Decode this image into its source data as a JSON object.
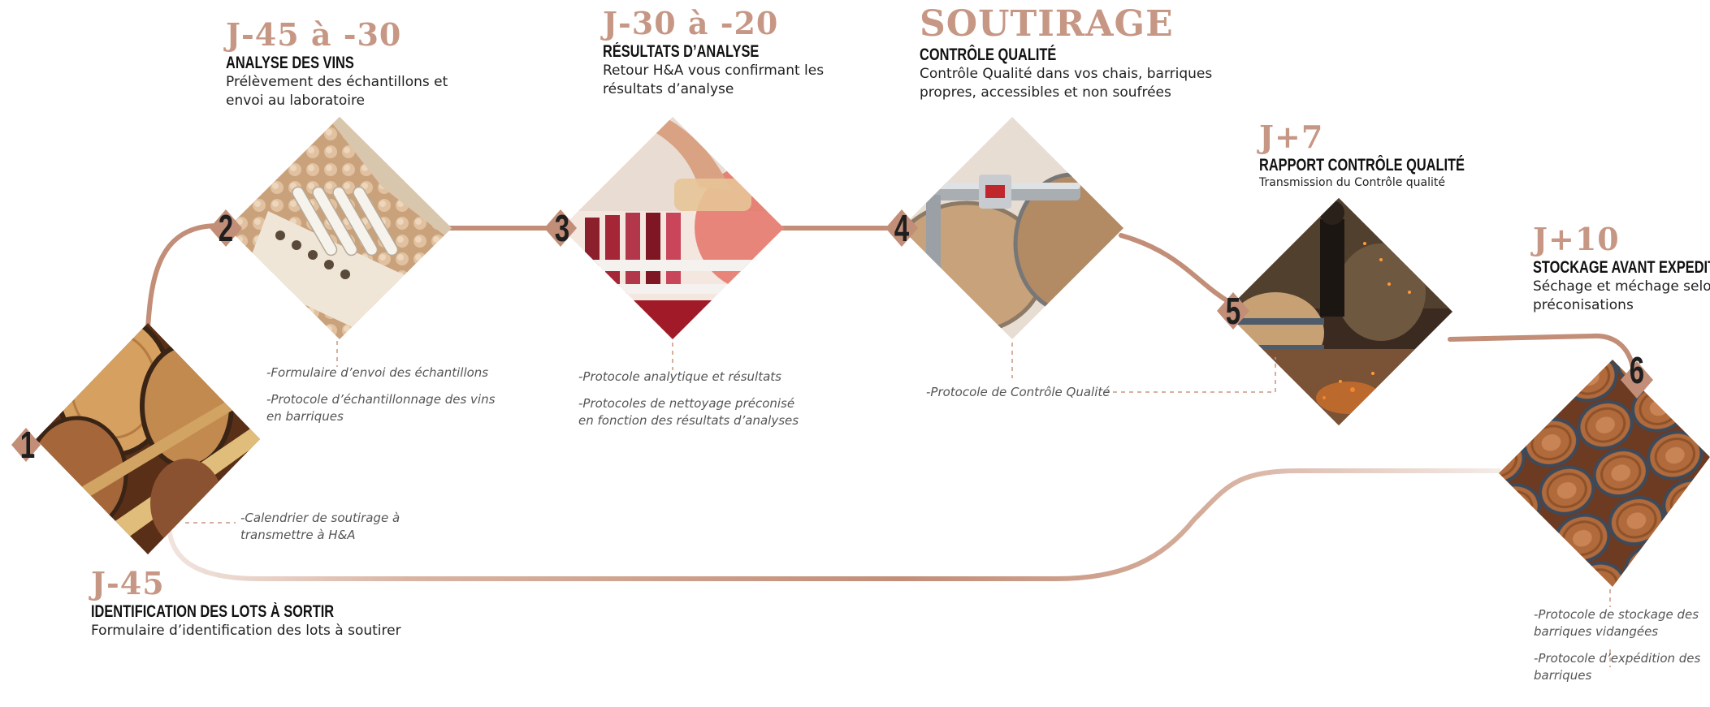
{
  "colors": {
    "path": "#c28e78",
    "accent": "#c69784",
    "number": "#1f1f1f",
    "dashed": "#c8957f"
  },
  "steps": [
    {
      "number": "1",
      "date": "J-45",
      "title": "IDENTIFICATION DES LOTS À SORTIR",
      "description": [
        "Formulaire d’identification des lots à soutirer"
      ],
      "image": "wine-barrels-rack-photo",
      "notes": [
        "-Calendrier de soutirage à",
        "transmettre à H&A"
      ]
    },
    {
      "number": "2",
      "date": "J-45 à -30",
      "title": "ANALYSE DES VINS",
      "description": [
        "Prélèvement des échantillons et",
        "envoi au laboratoire"
      ],
      "image": "sample-vials-box-photo",
      "notes": [
        "-Formulaire d’envoi des échantillons",
        "",
        "-Protocole d’échantillonnage des vins",
        "en barriques"
      ]
    },
    {
      "number": "3",
      "date": "J-30 à -20",
      "title": "RÉSULTATS D’ANALYSE",
      "description": [
        "Retour H&A vous confirmant les",
        "résultats d’analyse"
      ],
      "image": "laboratory-pipette-photo",
      "notes": [
        "-Protocole analytique et résultats",
        "",
        "-Protocoles de nettoyage préconisé",
        "en fonction des résultats d’analyses"
      ]
    },
    {
      "number": "4",
      "date": "SOUTIRAGE",
      "title": "CONTRÔLE QUALITÉ",
      "description": [
        "Contrôle Qualité dans vos chais, barriques",
        "propres, accessibles et non soufrées"
      ],
      "image": "racking-valve-barrel-photo",
      "notes": [
        "-Protocole de Contrôle Qualité"
      ]
    },
    {
      "number": "5",
      "date": "J+7",
      "title": "RAPPORT CONTRÔLE QUALITÉ",
      "description": [
        "Transmission du Contrôle qualité"
      ],
      "image": "cellar-worker-sparks-photo",
      "notes": []
    },
    {
      "number": "6",
      "date": "J+10",
      "title": "STOCKAGE AVANT EXPEDITION",
      "description": [
        "Séchage et méchage selon",
        "préconisations"
      ],
      "image": "stacked-barrels-photo",
      "notes": [
        "-Protocole de stockage des",
        "barriques vidangées",
        "",
        "-Protocole d’expédition des",
        "barriques"
      ]
    }
  ]
}
